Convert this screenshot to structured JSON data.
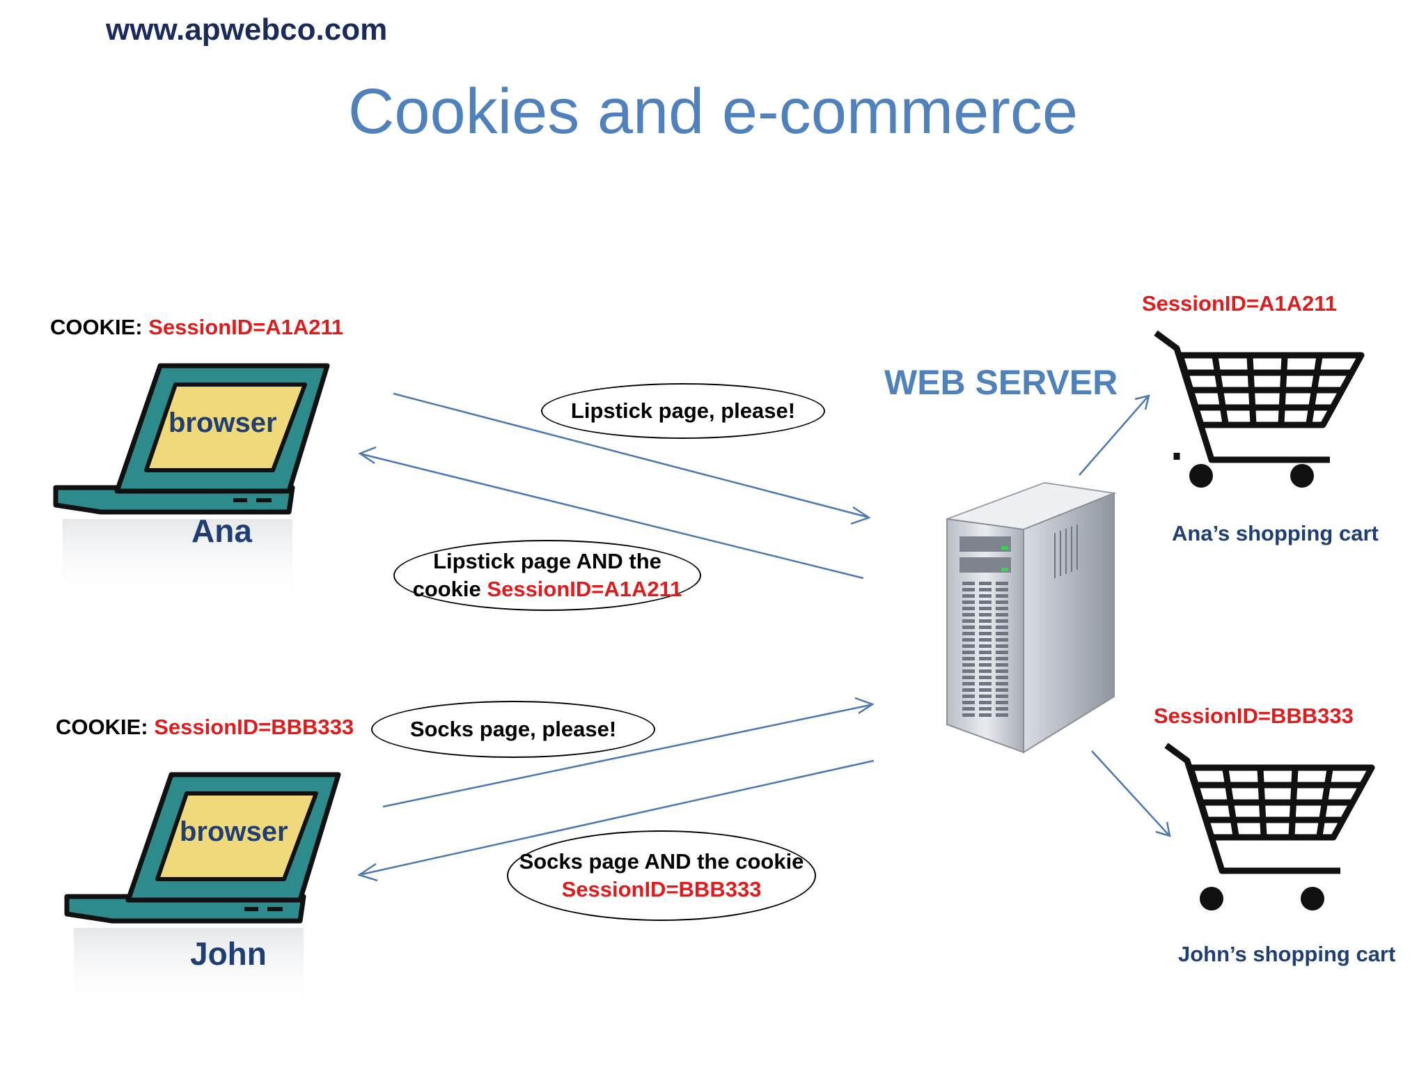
{
  "header": {
    "website": "www.apwebco.com",
    "title": "Cookies and e-commerce"
  },
  "server": {
    "label": "WEB SERVER"
  },
  "clients": [
    {
      "name": "Ana",
      "browser": "browser",
      "cookie_prefix": "COOKIE:",
      "cookie_value": "SessionID=A1A211"
    },
    {
      "name": "John",
      "browser": "browser",
      "cookie_prefix": "COOKIE:",
      "cookie_value": "SessionID=BBB333"
    }
  ],
  "messages": {
    "ana_request": "Lipstick page, please!",
    "ana_response_line1": "Lipstick page AND the",
    "ana_response_line2_prefix": "cookie",
    "ana_response_session": "SessionID=A1A211",
    "john_request": "Socks page, please!",
    "john_response_line1": "Socks page AND the cookie",
    "john_response_session": "SessionID=BBB333"
  },
  "carts": [
    {
      "session": "SessionID=A1A211",
      "label": "Ana’s shopping cart"
    },
    {
      "session": "SessionID=BBB333",
      "label": "John’s shopping cart"
    }
  ],
  "colors": {
    "title_blue": "#4f81bd",
    "dark_blue": "#1f3f74",
    "session_red": "#e11b1b",
    "laptop_teal": "#2e8b8b",
    "screen_yellow": "#f0d97a",
    "arrow_blue": "#4a78b0"
  }
}
